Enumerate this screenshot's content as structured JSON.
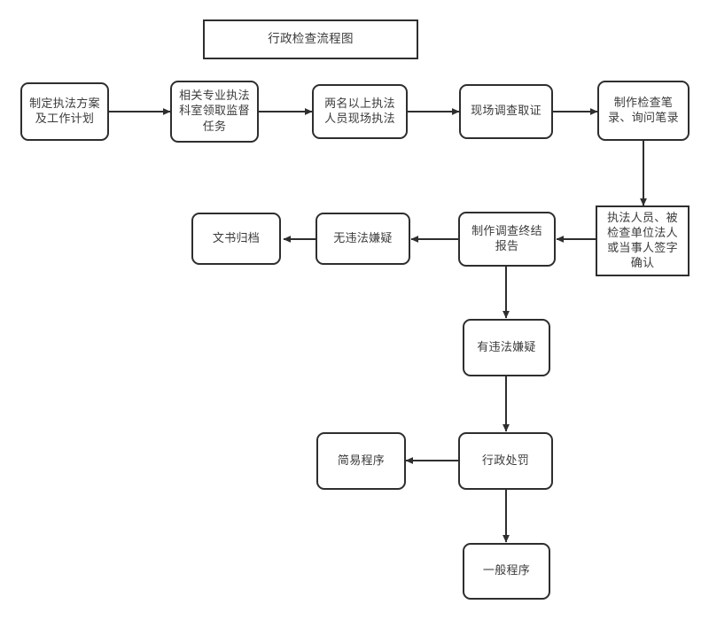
{
  "document": {
    "title": "行政检查流程图",
    "type": "flowchart",
    "background_color": "#ffffff",
    "border_color": "#2e2e2e",
    "text_color": "#3b3b3b"
  },
  "title_box": {
    "label": "行政检查流程图",
    "shape": "rectangle"
  },
  "nodes": [
    {
      "id": "n1",
      "label": "制定执法方案\n及工作计划",
      "shape": "rounded-rectangle"
    },
    {
      "id": "n2",
      "label": "相关专业执法\n科室领取监督\n任务",
      "shape": "rounded-rectangle"
    },
    {
      "id": "n3",
      "label": "两名以上执法\n人员现场执法",
      "shape": "rounded-rectangle"
    },
    {
      "id": "n4",
      "label": "现场调查取证",
      "shape": "rounded-rectangle"
    },
    {
      "id": "n5",
      "label": "制作检查笔\n录、询问笔录",
      "shape": "rounded-rectangle"
    },
    {
      "id": "n6",
      "label": "执法人员、被\n检查单位法人\n或当事人签字\n确认",
      "shape": "rectangle"
    },
    {
      "id": "n7",
      "label": "制作调查终结\n报告",
      "shape": "rounded-rectangle"
    },
    {
      "id": "n8",
      "label": "无违法嫌疑",
      "shape": "rounded-rectangle"
    },
    {
      "id": "n9",
      "label": "文书归档",
      "shape": "rounded-rectangle"
    },
    {
      "id": "n10",
      "label": "有违法嫌疑",
      "shape": "rounded-rectangle"
    },
    {
      "id": "n11",
      "label": "行政处罚",
      "shape": "rounded-rectangle"
    },
    {
      "id": "n12",
      "label": "简易程序",
      "shape": "rounded-rectangle"
    },
    {
      "id": "n13",
      "label": "一般程序",
      "shape": "rounded-rectangle"
    }
  ],
  "edges": [
    {
      "from": "n1",
      "to": "n2",
      "direction": "right"
    },
    {
      "from": "n2",
      "to": "n3",
      "direction": "right"
    },
    {
      "from": "n3",
      "to": "n4",
      "direction": "right"
    },
    {
      "from": "n4",
      "to": "n5",
      "direction": "right"
    },
    {
      "from": "n5",
      "to": "n6",
      "direction": "down"
    },
    {
      "from": "n6",
      "to": "n7",
      "direction": "left"
    },
    {
      "from": "n7",
      "to": "n8",
      "direction": "left"
    },
    {
      "from": "n8",
      "to": "n9",
      "direction": "left"
    },
    {
      "from": "n7",
      "to": "n10",
      "direction": "down"
    },
    {
      "from": "n10",
      "to": "n11",
      "direction": "down"
    },
    {
      "from": "n11",
      "to": "n12",
      "direction": "left"
    },
    {
      "from": "n11",
      "to": "n13",
      "direction": "down"
    }
  ]
}
